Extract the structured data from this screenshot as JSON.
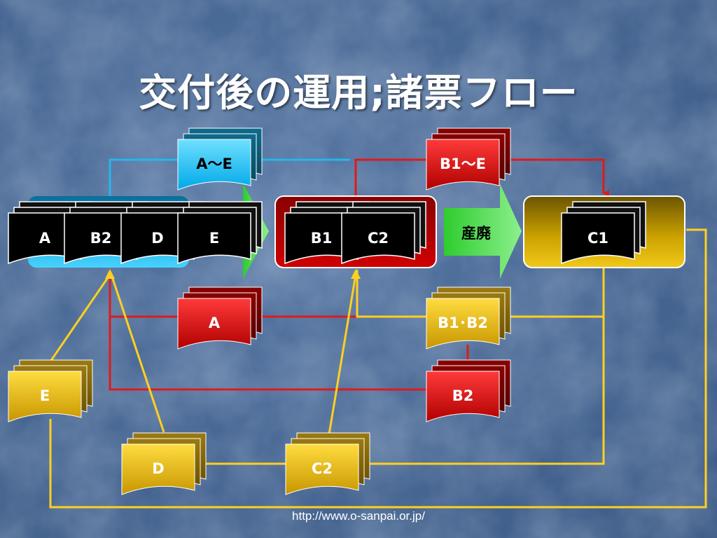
{
  "title": "交付後の運用;諸票フロー",
  "footer_url": "http://www.o-sanpai.or.jp/",
  "groups": {
    "group_a": {
      "docs": [
        "A",
        "B2",
        "D",
        "E"
      ]
    },
    "group_b": {
      "docs": [
        "B1",
        "C2"
      ]
    },
    "group_c": {
      "docs": [
        "C1"
      ]
    }
  },
  "arrow_label": "産廃",
  "stacks": {
    "a_to_e": "A～E",
    "b1_to_e": "B1～E",
    "a_red": "A",
    "b1_b2": "B1･B2",
    "b2_red": "B2",
    "e_yellow": "E",
    "d_yellow": "D",
    "c2_yellow": "C2"
  },
  "colors": {
    "cyan": "#20c0f0",
    "red": "#e01010",
    "yellow": "#f0c020",
    "green": "#40d040",
    "black_doc": "#000000",
    "line_yellow": "#ffd020",
    "line_red": "#e01a1a",
    "line_cyan": "#22b8ee"
  }
}
